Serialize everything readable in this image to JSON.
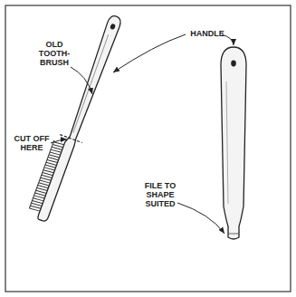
{
  "diagram": {
    "labels": [
      "OLD TOOTH-BRUSH",
      "HANDLE",
      "CUT OFF HERE",
      "FILE TO SHAPE SUITED"
    ]
  }
}
